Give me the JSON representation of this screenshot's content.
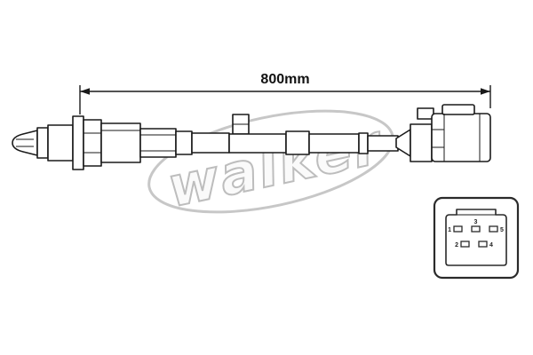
{
  "page": {
    "background_color": "#ffffff",
    "line_color": "#1a1a1a",
    "watermark_color": "#c7c7c7"
  },
  "diagram": {
    "dimension_label": "800mm",
    "watermark_text": "walker",
    "pinout": {
      "pins": [
        "1",
        "2",
        "3",
        "4",
        "5"
      ]
    }
  }
}
